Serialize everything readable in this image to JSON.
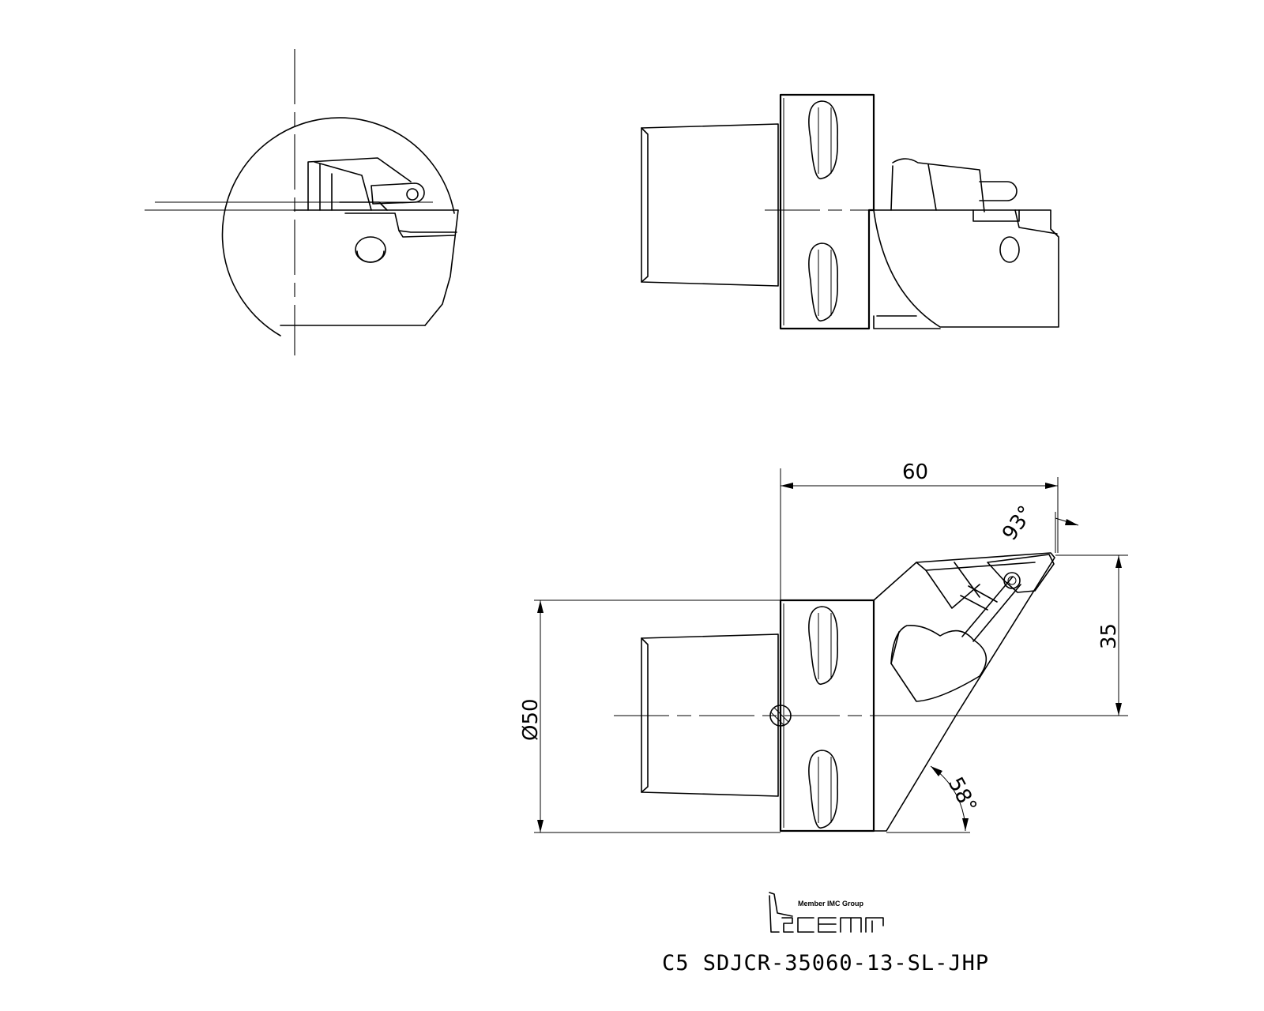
{
  "drawing": {
    "dimensions": {
      "length": "60",
      "height": "35",
      "diameter": "Ø50",
      "approach_angle": "93°",
      "clearance_angle": "58°"
    },
    "brand": {
      "logo_text": "iscar",
      "tagline": "Member IMC Group"
    },
    "part_number": "C5  SDJCR-35060-13-SL-JHP"
  }
}
